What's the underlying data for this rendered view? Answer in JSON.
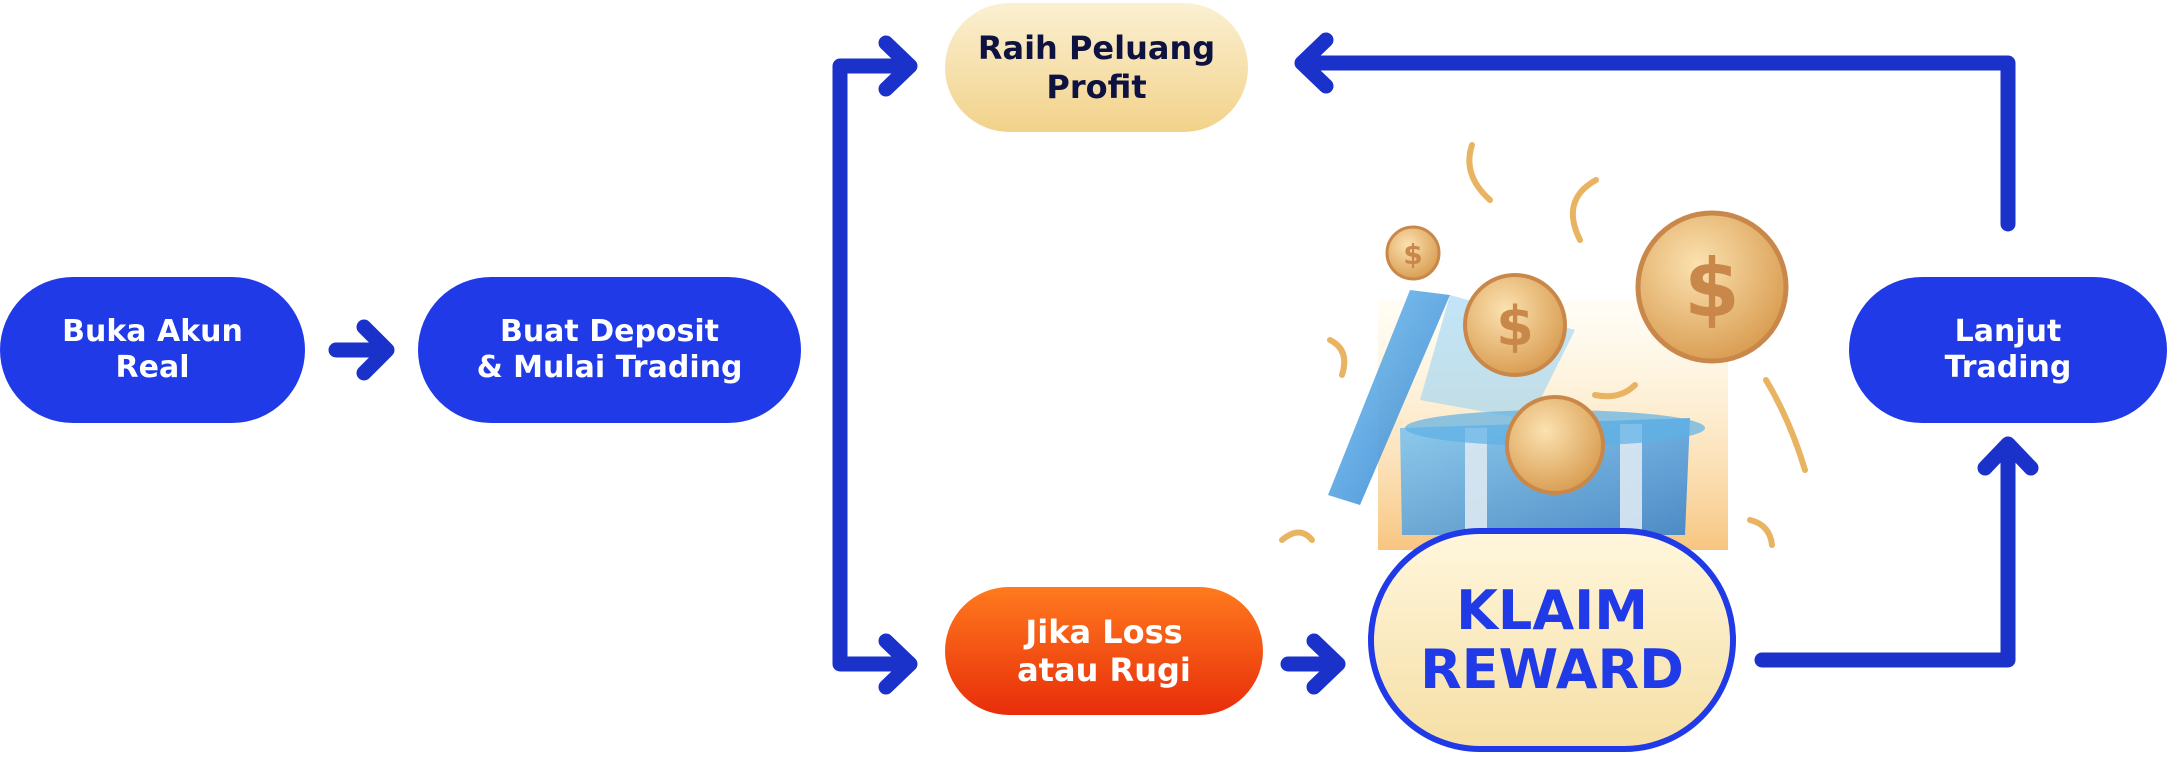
{
  "nodes": {
    "buka_akun": "Buka Akun\nReal",
    "buat_deposit": "Buat Deposit\n& Mulai Trading",
    "raih_profit": "Raih Peluang\nProfit",
    "jika_loss": "Jika Loss\natau Rugi",
    "klaim_reward": "KLAIM\nREWARD",
    "lanjut_trading": "Lanjut\nTrading"
  },
  "colors": {
    "primary_blue": "#1f3ae6",
    "arrow_blue": "#1a32c9",
    "profit_gold": "#f2d28a",
    "loss_orange": "#ff6a14",
    "coin_gold": "#e8b461",
    "box_blue": "#4aa3e0"
  },
  "decorations": [
    "gift-box-icon",
    "coin-icon",
    "confetti-icon"
  ]
}
